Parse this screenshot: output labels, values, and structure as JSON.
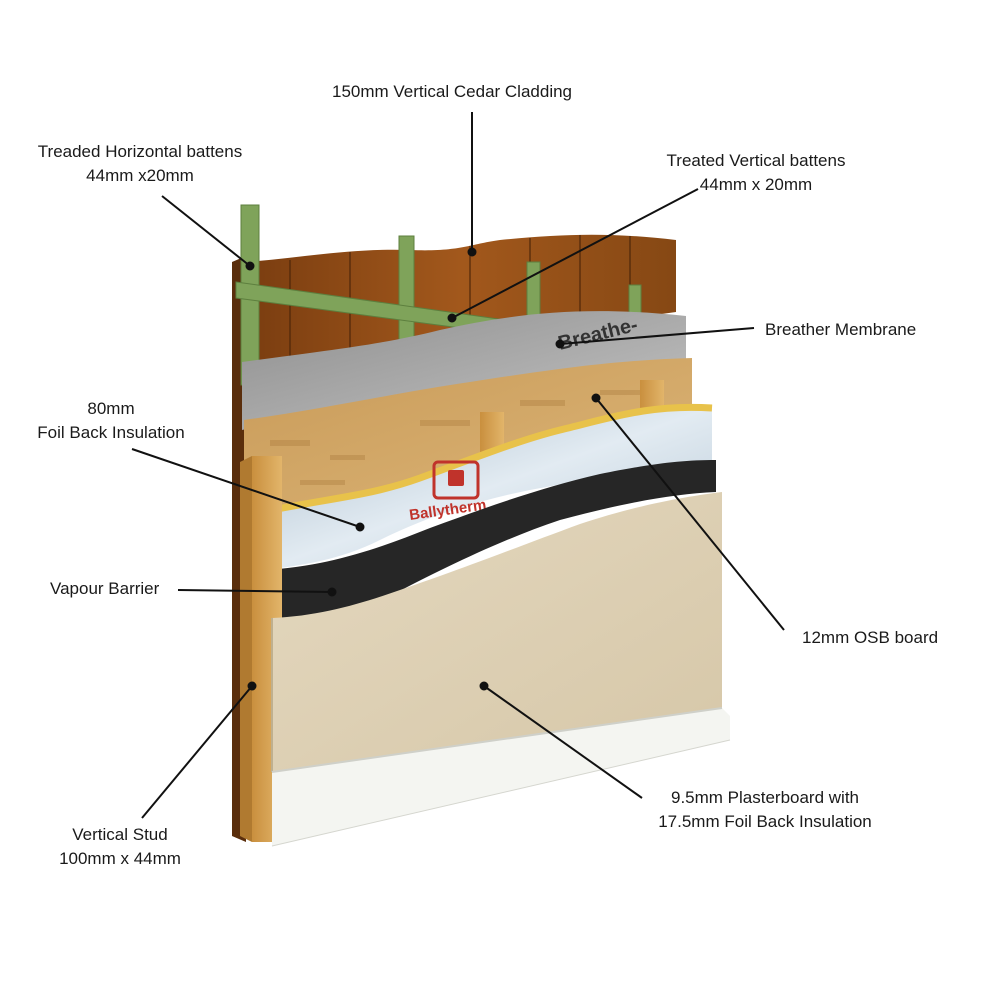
{
  "labels": {
    "cladding": "150mm Vertical Cedar Cladding",
    "horizontal_battens_line1": "Treaded Horizontal battens",
    "horizontal_battens_line2": "44mm x20mm",
    "vertical_battens_line1": "Treated Vertical battens",
    "vertical_battens_line2": "44mm x 20mm",
    "breather_membrane": "Breather Membrane",
    "insulation_line1": "80mm",
    "insulation_line2": "Foil Back Insulation",
    "vapour_barrier": "Vapour Barrier",
    "osb_board": "12mm OSB board",
    "stud_line1": "Vertical Stud",
    "stud_line2": "100mm x 44mm",
    "plasterboard_line1": "9.5mm Plasterboard with",
    "plasterboard_line2": "17.5mm Foil Back Insulation"
  },
  "printed_marks": {
    "membrane_brand": "Breathe-",
    "insulation_brand": "Ballytherm"
  },
  "colors": {
    "cladding": "#8a4a14",
    "battens": "#7fa35a",
    "membrane": "#a4a4a4",
    "osb": "#d0a766",
    "insulation_foil": "#c3d3df",
    "insulation_edge": "#e8c24a",
    "vapour_barrier": "#262626",
    "plasterboard": "#ddcfb3",
    "skirting": "#f4f5f1",
    "stud": "#d8a85a",
    "brand_red": "#c0332b"
  }
}
